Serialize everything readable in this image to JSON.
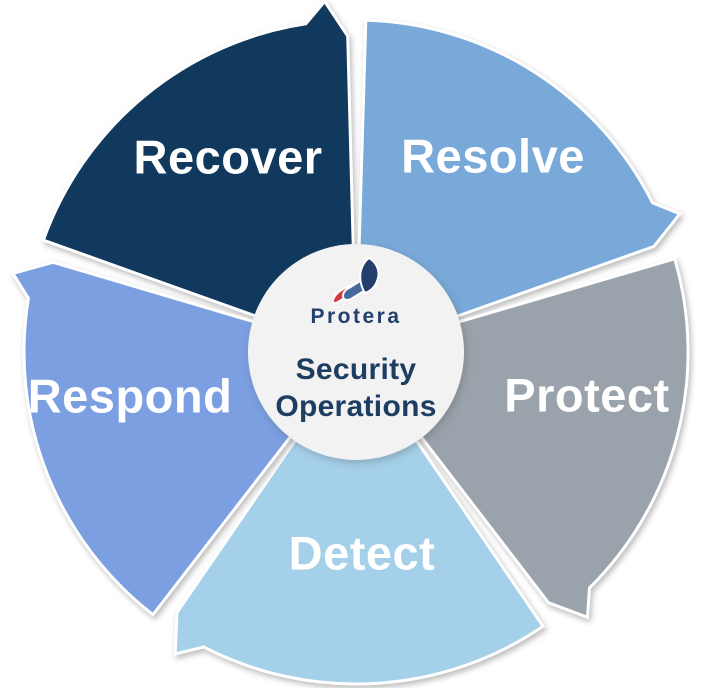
{
  "diagram": {
    "kind": "cycle",
    "flow_direction": "clockwise",
    "center": {
      "brand": "Protera",
      "title_line1": "Security",
      "title_line2": "Operations"
    },
    "segments": [
      {
        "id": "recover",
        "label": "Recover",
        "color": "#11395E"
      },
      {
        "id": "resolve",
        "label": "Resolve",
        "color": "#79A9D9"
      },
      {
        "id": "protect",
        "label": "Protect",
        "color": "#9AA3AB"
      },
      {
        "id": "detect",
        "label": "Detect",
        "color": "#A5D0EA"
      },
      {
        "id": "respond",
        "label": "Respond",
        "color": "#7C9FE1"
      }
    ],
    "colors": {
      "background": "#ffffff",
      "segment_text": "#ffffff",
      "segment_outline": "#ffffff",
      "hub_fill": "#f2f2f3",
      "hub_text": "#1e3d62",
      "logo_navy": "#22406B",
      "logo_blue": "#47699D",
      "logo_red": "#D23A44"
    }
  }
}
